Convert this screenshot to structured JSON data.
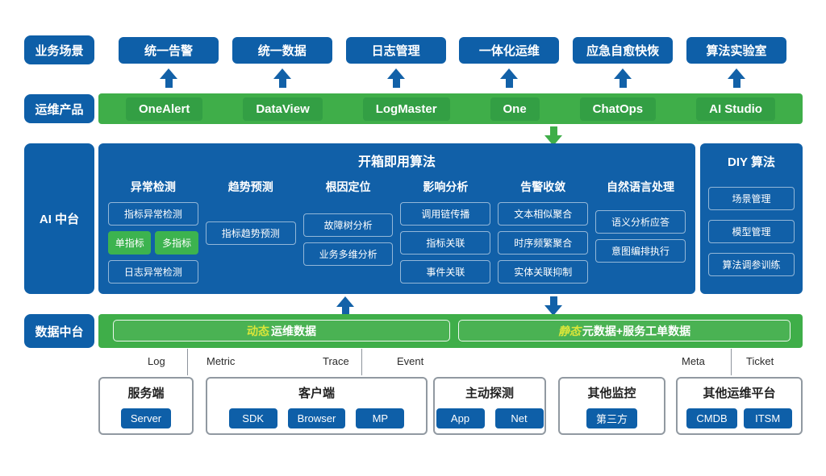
{
  "colors": {
    "blue": "#0e5fa8",
    "arrow_blue": "#1261a8",
    "green": "#3fae49",
    "item_green": "#3cb34f",
    "highlight_yellow": "#d9e53a"
  },
  "side_labels": {
    "business": "业务场景",
    "products": "运维产品",
    "ai": "AI 中台",
    "data": "数据中台"
  },
  "scenarios": [
    "统一告警",
    "统一数据",
    "日志管理",
    "一体化运维",
    "应急自愈快恢",
    "算法实验室"
  ],
  "products": [
    "OneAlert",
    "DataView",
    "LogMaster",
    "One",
    "ChatOps",
    "AI Studio"
  ],
  "ai_platform": {
    "box_title": "开箱即用算法",
    "columns": [
      {
        "title": "异常检测"
      },
      {
        "title": "趋势预测"
      },
      {
        "title": "根因定位"
      },
      {
        "title": "影响分析"
      },
      {
        "title": "告警收敛"
      },
      {
        "title": "自然语言处理"
      }
    ],
    "anomaly": {
      "item1": "指标异常检测",
      "single": "单指标",
      "multi": "多指标",
      "item2": "日志异常检测"
    },
    "trend": {
      "item1": "指标趋势预测"
    },
    "rootcause": {
      "item1": "故障树分析",
      "item2": "业务多维分析"
    },
    "impact": {
      "item1": "调用链传播",
      "item2": "指标关联",
      "item3": "事件关联"
    },
    "convergence": {
      "item1": "文本相似聚合",
      "item2": "时序频繁聚合",
      "item3": "实体关联抑制"
    },
    "nlp": {
      "item1": "语义分析应答",
      "item2": "意图编排执行"
    },
    "diy_title": "DIY 算法",
    "diy_items": [
      "场景管理",
      "模型管理",
      "算法调参训练"
    ]
  },
  "data_platform": {
    "dynamic_highlight": "动态",
    "dynamic_rest": "运维数据",
    "static_highlight": "静态",
    "static_rest": "元数据+服务工单数据"
  },
  "connector_labels": [
    "Log",
    "Metric",
    "Trace",
    "Event",
    "Meta",
    "Ticket"
  ],
  "sources": [
    {
      "title": "服务端",
      "items": [
        "Server"
      ]
    },
    {
      "title": "客户端",
      "items": [
        "SDK",
        "Browser",
        "MP"
      ]
    },
    {
      "title": "主动探测",
      "items": [
        "App",
        "Net"
      ]
    },
    {
      "title": "其他监控",
      "items": [
        "第三方"
      ]
    },
    {
      "title": "其他运维平台",
      "items": [
        "CMDB",
        "ITSM"
      ]
    }
  ]
}
